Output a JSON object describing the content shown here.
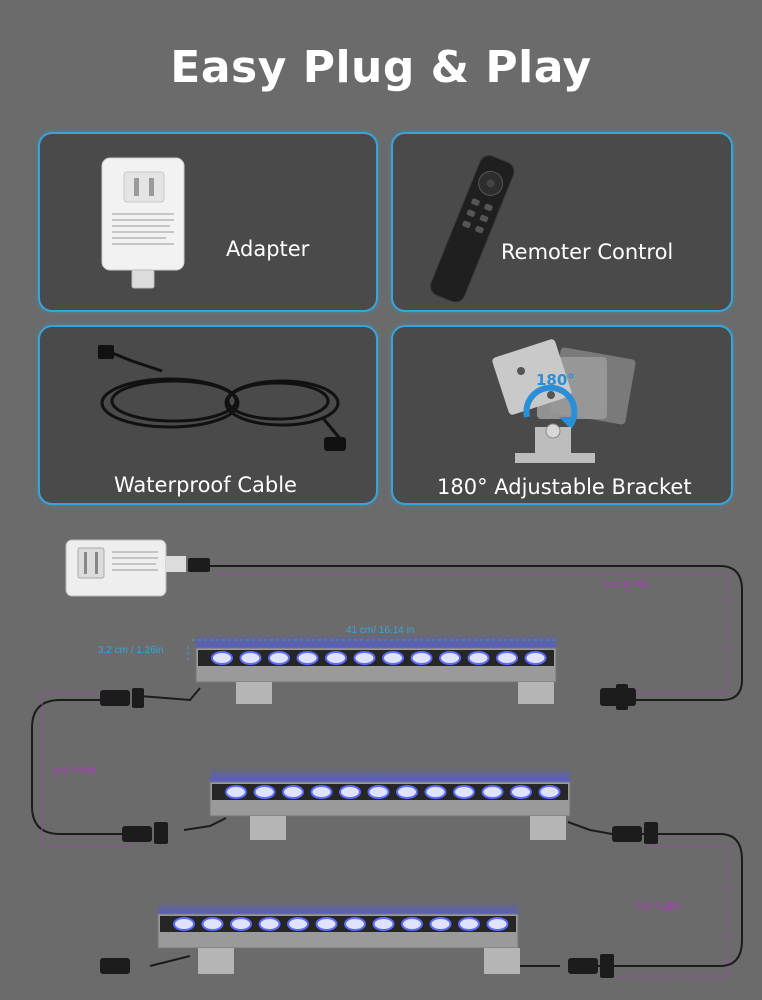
{
  "title": "Easy Plug & Play",
  "colors": {
    "accent": "#36a5dc",
    "cable_label": "#b03bc0",
    "led": "#4a56ff"
  },
  "cards": {
    "adapter": {
      "label": "Adapter",
      "icon": "power-adapter"
    },
    "remote": {
      "label": "Remoter Control",
      "icon": "remote-control"
    },
    "cable": {
      "label": "Waterproof Cable",
      "icon": "coiled-cable"
    },
    "bracket": {
      "label": "180° Adjustable Bracket",
      "icon": "mounting-bracket",
      "angle_badge": "180°"
    }
  },
  "diagram": {
    "length_label": "41 cm/ 16.14 in",
    "height_label": "3.2 cm / 1.26in",
    "cable_labels": [
      "1m/ 3.28ft",
      "1m/ 3.28ft",
      "1m/ 3.28ft"
    ]
  }
}
